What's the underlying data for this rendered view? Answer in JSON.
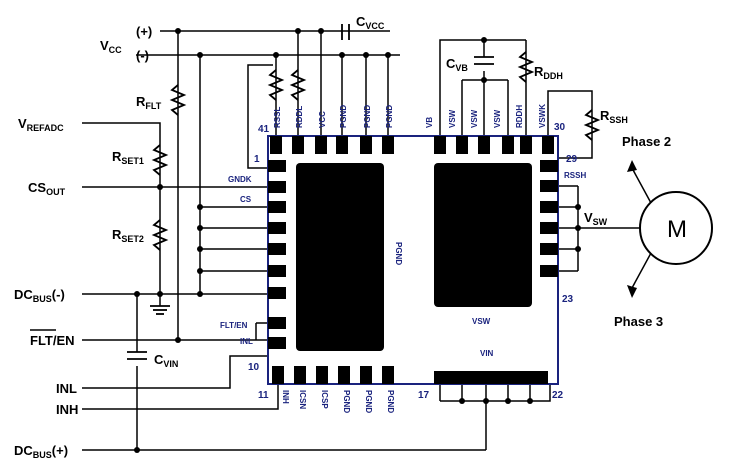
{
  "supply": {
    "vcc": "V",
    "vcc_sub": "CC",
    "plus": "(+)",
    "minus": "(-)"
  },
  "components": {
    "cvcc": "C",
    "cvcc_sub": "VCC",
    "rflt": "R",
    "rflt_sub": "FLT",
    "rset1": "R",
    "rset1_sub": "SET1",
    "rset2": "R",
    "rset2_sub": "SET2",
    "cvin": "C",
    "cvin_sub": "VIN",
    "cvb": "C",
    "cvb_sub": "VB",
    "rddh": "R",
    "rddh_sub": "DDH",
    "rssh": "R",
    "rssh_sub": "SSH"
  },
  "signals": {
    "vrefadc": "V",
    "vrefadc_sub": "REFADC",
    "csout": "CS",
    "csout_sub": "OUT",
    "dcbus_neg": "DC",
    "dcbus_neg_sub": "BUS",
    "dcbus_neg_suffix": "(-)",
    "flt_en": "FLT/EN",
    "inl": "INL",
    "inh": "INH",
    "dcbus_pos": "DC",
    "dcbus_pos_sub": "BUS",
    "dcbus_pos_suffix": "(+)",
    "vsw": "V",
    "vsw_sub": "SW"
  },
  "motor": {
    "label": "M",
    "phase2": "Phase 2",
    "phase3": "Phase 3"
  },
  "ic": {
    "top_pins": [
      "RSSL",
      "RDDL",
      "VCC",
      "PGND",
      "PGND",
      "PGND",
      "VB",
      "VSW",
      "VSW",
      "VSW",
      "RDDH",
      "VSWK"
    ],
    "bottom_pins": [
      "INH",
      "ICSN",
      "ICSP",
      "PGND",
      "PGND",
      "PGND"
    ],
    "left_pins": [
      "GNDK",
      "CS",
      "FLT/EN",
      "INL"
    ],
    "right_pin": "RSSH",
    "pad_pgnd": "PGND",
    "pad_vsw": "VSW",
    "pad_vin": "VIN",
    "pin_numbers": [
      "41",
      "1",
      "10",
      "11",
      "17",
      "22",
      "23",
      "29",
      "30"
    ]
  },
  "colors": {
    "ic_border": "#1a237e",
    "pin_text": "#1a237e",
    "wire": "#000000"
  }
}
